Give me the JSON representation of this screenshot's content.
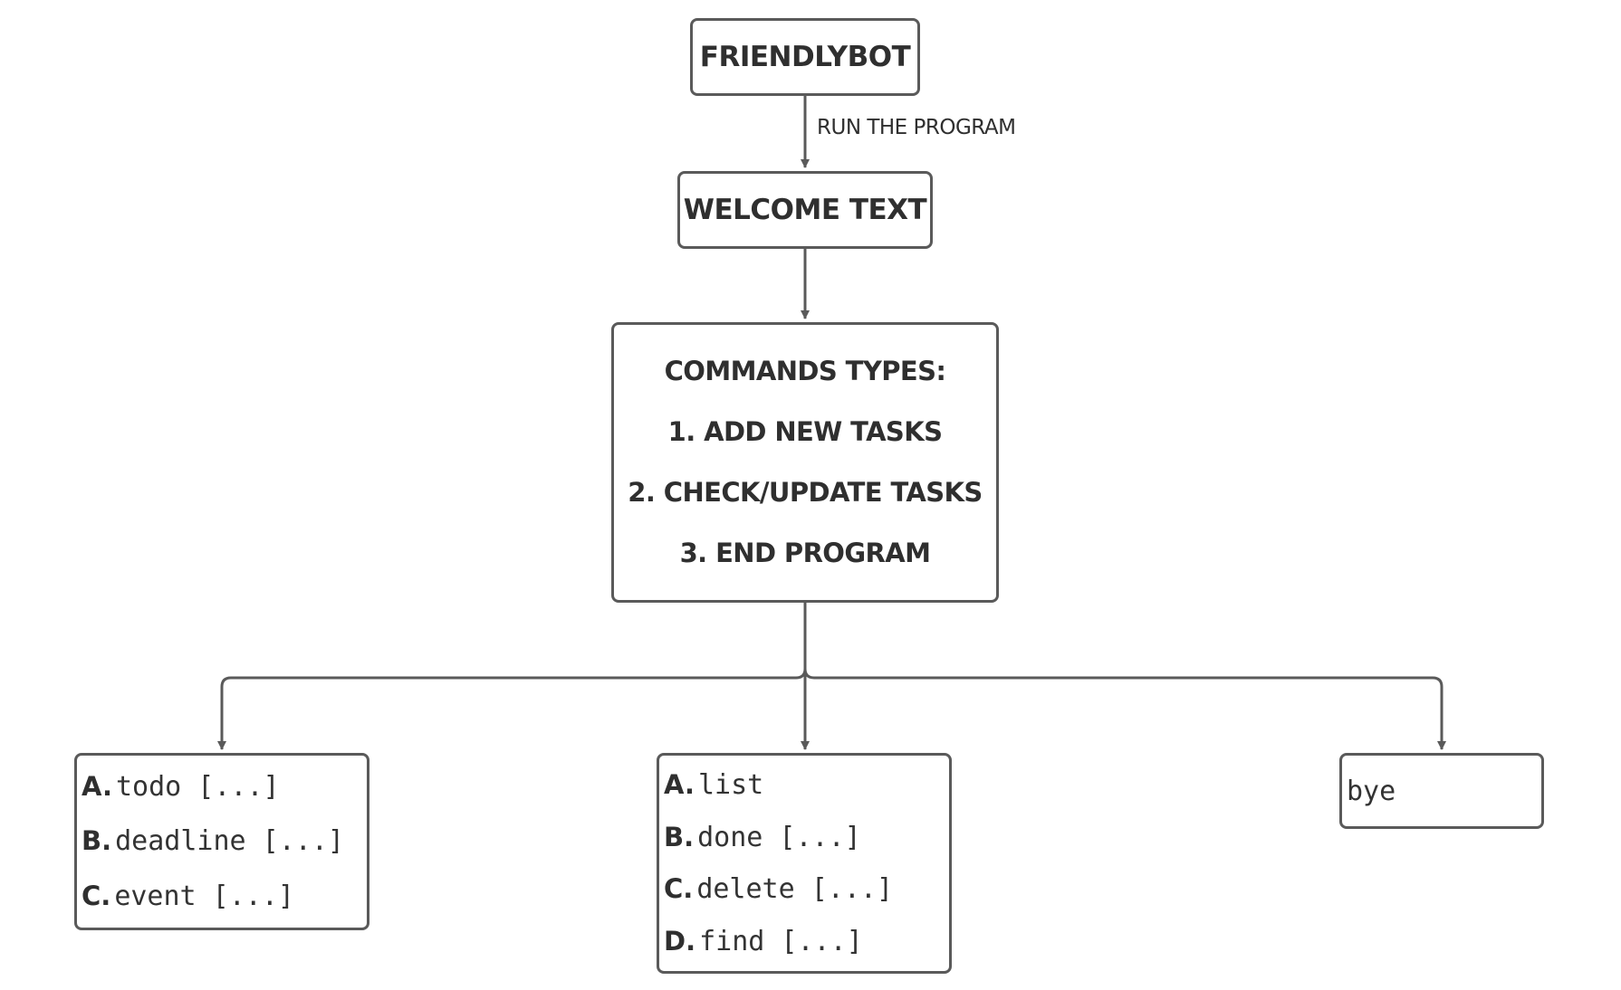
{
  "diagram": {
    "root": {
      "label": "FRIENDLYBOT"
    },
    "edge_run": {
      "label": "RUN THE PROGRAM"
    },
    "welcome": {
      "label": "WELCOME TEXT"
    },
    "commands": {
      "heading": "COMMANDS TYPES:",
      "options": [
        "1. ADD NEW TASKS",
        "2. CHECK/UPDATE TASKS",
        "3. END PROGRAM"
      ]
    },
    "add_tasks": {
      "items": [
        {
          "letter": "A.",
          "text": "todo [...]"
        },
        {
          "letter": "B.",
          "text": "deadline [...]"
        },
        {
          "letter": "C.",
          "text": "event [...]"
        }
      ]
    },
    "check_tasks": {
      "items": [
        {
          "letter": "A.",
          "text": "list"
        },
        {
          "letter": "B.",
          "text": "done [...]"
        },
        {
          "letter": "C.",
          "text": "delete [...]"
        },
        {
          "letter": "D.",
          "text": "find [...]"
        }
      ]
    },
    "end_program": {
      "text": "bye"
    }
  },
  "colors": {
    "stroke": "#5a5a5a",
    "text": "#2f2f2f",
    "background": "#ffffff"
  }
}
